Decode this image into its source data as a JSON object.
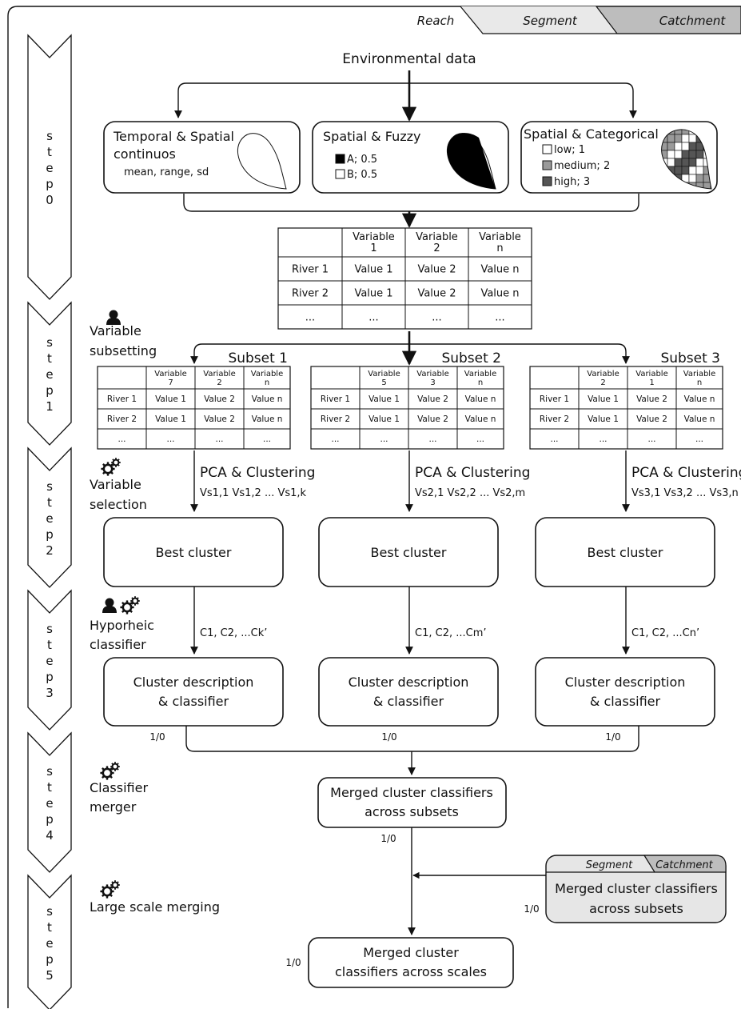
{
  "scale_tabs": [
    "Reach",
    "Segment",
    "Catchment"
  ],
  "steps": [
    {
      "letters": [
        "s",
        "t",
        "e",
        "p",
        "0"
      ]
    },
    {
      "letters": [
        "s",
        "t",
        "e",
        "p",
        "1"
      ]
    },
    {
      "letters": [
        "s",
        "t",
        "e",
        "p",
        "2"
      ]
    },
    {
      "letters": [
        "s",
        "t",
        "e",
        "p",
        "3"
      ]
    },
    {
      "letters": [
        "s",
        "t",
        "e",
        "p",
        "4"
      ]
    },
    {
      "letters": [
        "s",
        "t",
        "e",
        "p",
        "5"
      ]
    }
  ],
  "side_labels": {
    "variable_subsetting": [
      "Variable",
      "subsetting"
    ],
    "variable_selection": [
      "Variable",
      "selection"
    ],
    "hyporheic_classifier": [
      "Hyporheic",
      "classifier"
    ],
    "classifier_merger": [
      "Classifier",
      "merger"
    ],
    "large_scale_merging": "Large scale merging"
  },
  "icons": {
    "person": "person-icon",
    "gears": "gears-icon"
  },
  "env_data_title": "Environmental data",
  "data_boxes": {
    "temporal": {
      "title_line1": "Temporal & Spatial",
      "title_line2": "continuos",
      "sub": "mean, range, sd"
    },
    "fuzzy": {
      "title": "Spatial & Fuzzy",
      "legend": [
        {
          "label": "A; 0.5",
          "color": "#000000"
        },
        {
          "label": "B; 0.5",
          "color": "#ffffff"
        }
      ]
    },
    "categorical": {
      "title": "Spatial & Categorical",
      "legend": [
        {
          "label": "low; 1",
          "color": "#ffffff"
        },
        {
          "label": "medium; 2",
          "color": "#9a9a9a"
        },
        {
          "label": "high; 3",
          "color": "#555555"
        }
      ]
    }
  },
  "main_table": {
    "headers": [
      [
        "",
        ""
      ],
      [
        "Variable",
        "1"
      ],
      [
        "Variable",
        "2"
      ],
      [
        "Variable",
        "n"
      ]
    ],
    "rows": [
      [
        "River 1",
        "Value 1",
        "Value 2",
        "Value n"
      ],
      [
        "River 2",
        "Value 1",
        "Value 2",
        "Value n"
      ],
      [
        "...",
        "...",
        "...",
        "..."
      ]
    ]
  },
  "subsets": [
    {
      "title": "Subset 1",
      "headers": [
        [
          "",
          ""
        ],
        [
          "Variable",
          "7"
        ],
        [
          "Variable",
          "2"
        ],
        [
          "Variable",
          "n"
        ]
      ],
      "rows": [
        [
          "River 1",
          "Value 1",
          "Value 2",
          "Value n"
        ],
        [
          "River 2",
          "Value 1",
          "Value 2",
          "Value n"
        ],
        [
          "...",
          "...",
          "...",
          "..."
        ]
      ],
      "pca_label": "PCA & Clustering",
      "vs_label": "Vs1,1 Vs1,2 ... Vs1,k",
      "best_cluster": "Best cluster",
      "c_label": "C1, C2, ...Ck’",
      "desc_line1": "Cluster description",
      "desc_line2": "& classifier",
      "bin": "1/0"
    },
    {
      "title": "Subset 2",
      "headers": [
        [
          "",
          ""
        ],
        [
          "Variable",
          "5"
        ],
        [
          "Variable",
          "3"
        ],
        [
          "Variable",
          "n"
        ]
      ],
      "rows": [
        [
          "River 1",
          "Value 1",
          "Value 2",
          "Value n"
        ],
        [
          "River 2",
          "Value 1",
          "Value 2",
          "Value n"
        ],
        [
          "...",
          "...",
          "...",
          "..."
        ]
      ],
      "pca_label": "PCA & Clustering",
      "vs_label": "Vs2,1 Vs2,2 ... Vs2,m",
      "best_cluster": "Best cluster",
      "c_label": "C1, C2, ...Cm’",
      "desc_line1": "Cluster description",
      "desc_line2": "& classifier",
      "bin": "1/0"
    },
    {
      "title": "Subset 3",
      "headers": [
        [
          "",
          ""
        ],
        [
          "Variable",
          "2"
        ],
        [
          "Variable",
          "1"
        ],
        [
          "Variable",
          "n"
        ]
      ],
      "rows": [
        [
          "River 1",
          "Value 1",
          "Value 2",
          "Value n"
        ],
        [
          "River 2",
          "Value 1",
          "Value 2",
          "Value n"
        ],
        [
          "...",
          "...",
          "...",
          "..."
        ]
      ],
      "pca_label": "PCA & Clustering",
      "vs_label": "Vs3,1 Vs3,2 ... Vs3,n",
      "best_cluster": "Best cluster",
      "c_label": "C1, C2, ...Cn’",
      "desc_line1": "Cluster description",
      "desc_line2": "& classifier",
      "bin": "1/0"
    }
  ],
  "merged_subsets": {
    "line1": "Merged cluster classifiers",
    "line2": "across subsets",
    "bin": "1/0"
  },
  "external_box": {
    "tabs": [
      "Segment",
      "Catchment"
    ],
    "line1": "Merged cluster classifiers",
    "line2": "across subsets",
    "bin": "1/0"
  },
  "merged_scales": {
    "line1": "Merged cluster",
    "line2": "classifiers across scales",
    "bin": "1/0"
  }
}
